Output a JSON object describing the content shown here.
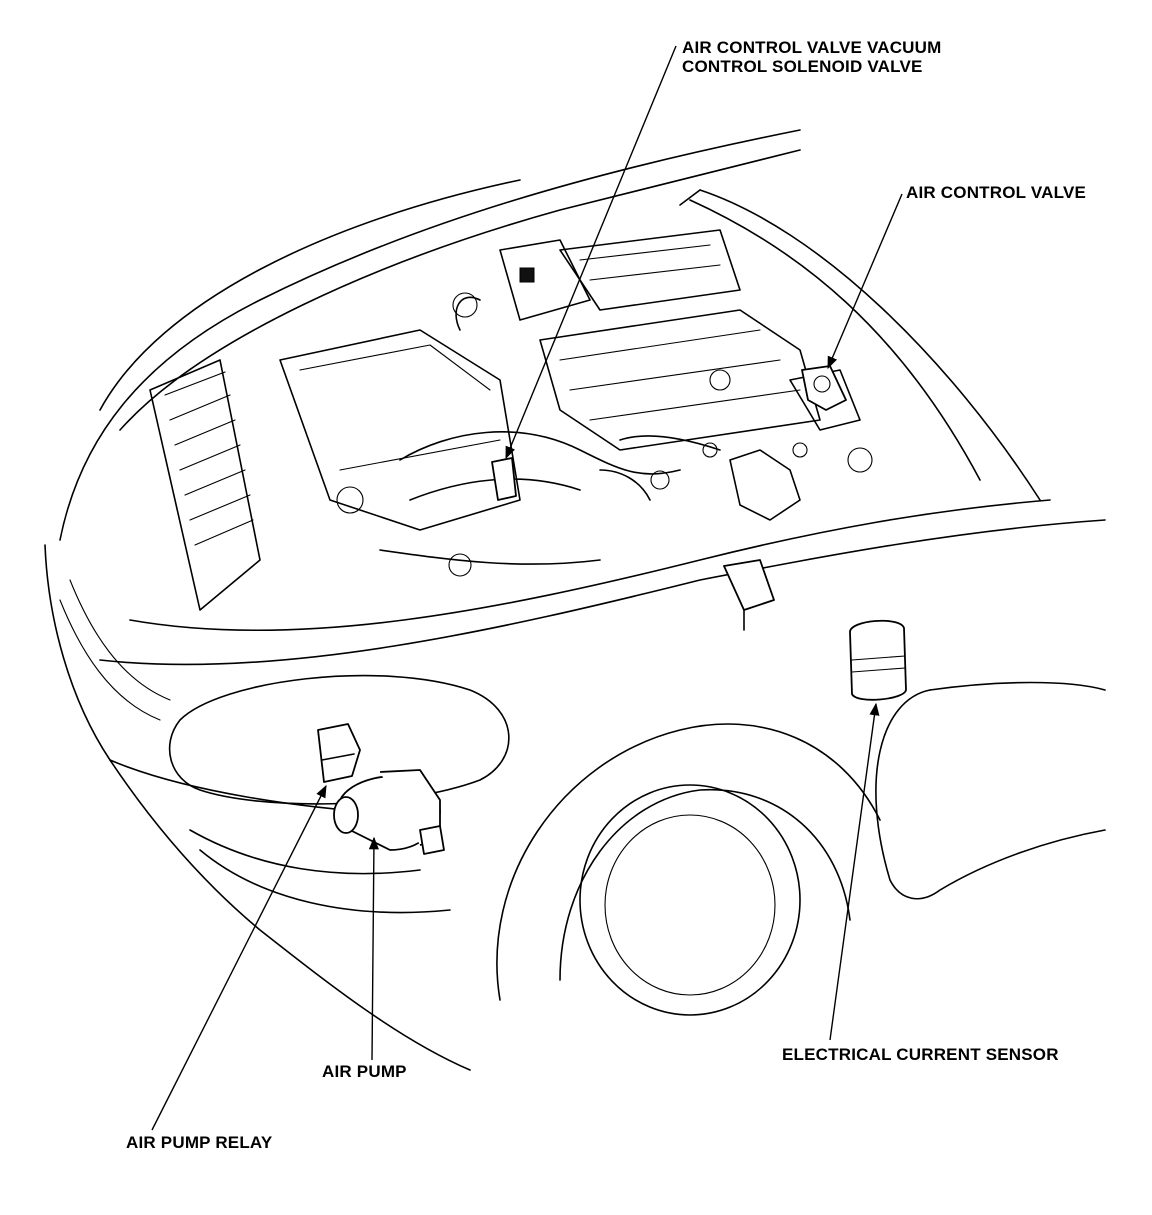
{
  "labels": {
    "acv_solenoid_line1": "AIR CONTROL VALVE VACUUM",
    "acv_solenoid_line2": "CONTROL SOLENOID VALVE",
    "air_control_valve": "AIR CONTROL VALVE",
    "air_pump": "AIR PUMP",
    "air_pump_relay": "AIR PUMP RELAY",
    "electrical_current_sensor": "ELECTRICAL CURRENT SENSOR"
  },
  "icons": [
    "arrow-icon"
  ],
  "colors": {
    "line": "#000000",
    "background": "#ffffff"
  }
}
